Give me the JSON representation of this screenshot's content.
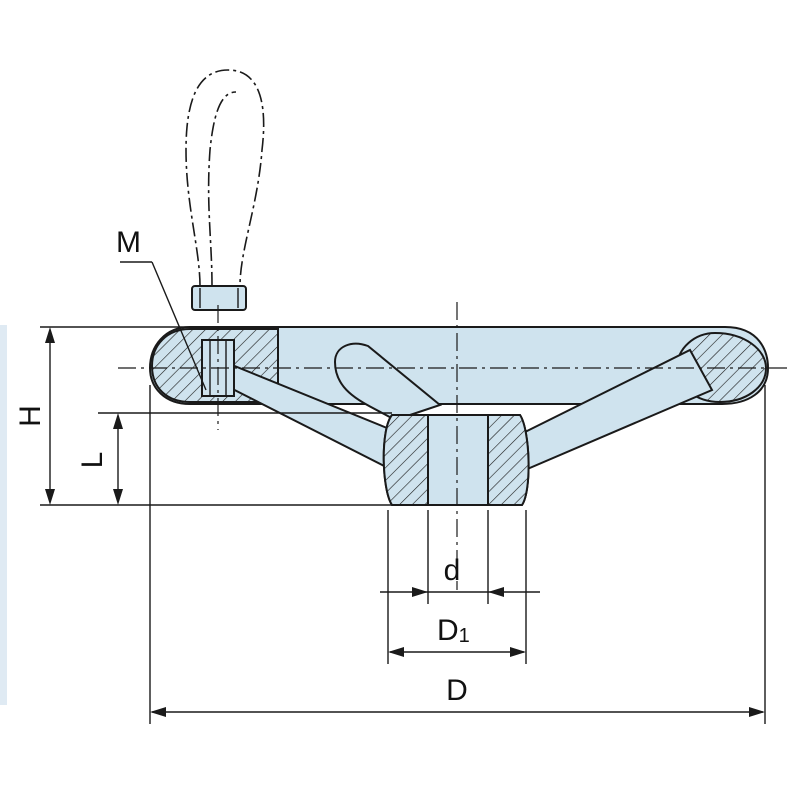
{
  "labels": {
    "M": "M",
    "H": "H",
    "L": "L",
    "d": "d",
    "D1_main": "D",
    "D1_sub": "1",
    "D": "D"
  },
  "colors": {
    "fill": "#cfe3ee",
    "line": "#1a1a1a",
    "accent_bar": "#dfeaf3"
  }
}
